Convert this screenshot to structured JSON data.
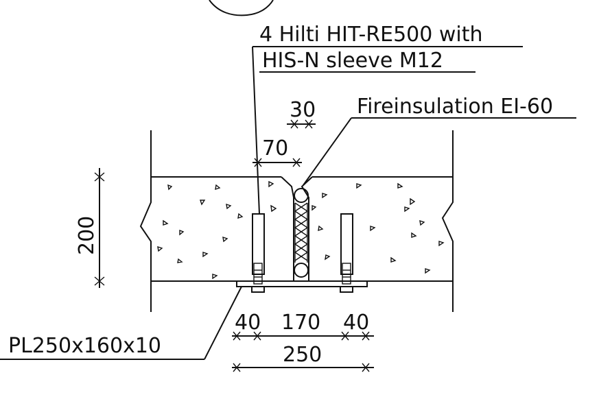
{
  "annotations": {
    "anchor_line1": "4 Hilti HIT-RE500 with",
    "anchor_line2": "HIS-N sleeve M12",
    "fire_insulation": "Fireinsulation EI-60",
    "plate": "PL250x160x10"
  },
  "dimensions": {
    "gap_width": "30",
    "anchor_edge": "70",
    "slab_thickness": "200",
    "plate_edge_left": "40",
    "anchor_spacing": "170",
    "plate_edge_right": "40",
    "plate_width": "250"
  },
  "colors": {
    "ink": "#111111",
    "background": "#ffffff"
  }
}
